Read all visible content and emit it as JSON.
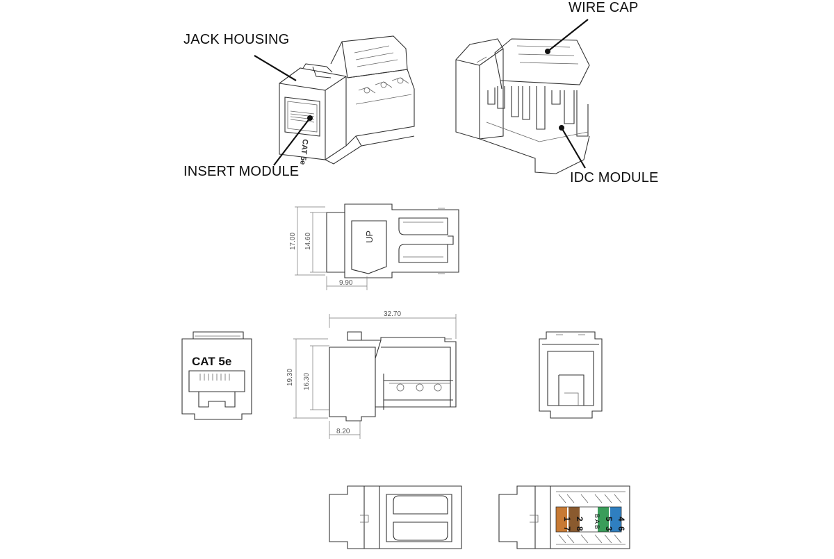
{
  "labels": {
    "jack_housing": "JACK HOUSING",
    "insert_module": "INSERT MODULE",
    "wire_cap": "WIRE CAP",
    "idc_module": "IDC MODULE"
  },
  "marks": {
    "cat_iso": "CAT 5e",
    "cat_front": "CAT 5e",
    "up": "UP"
  },
  "dimensions": {
    "top_height_outer": "17.00",
    "top_height_inner": "14.60",
    "top_width": "9.90",
    "side_length": "32.70",
    "side_height_outer": "19.30",
    "side_height_inner": "16.30",
    "side_width": "8.20"
  },
  "pin_labels": {
    "row_a": [
      "1",
      "2",
      "B",
      "5",
      "4"
    ],
    "row_b": [
      "7",
      "8",
      "A",
      "3",
      "6"
    ],
    "middle": "B A B"
  },
  "colors": {
    "pin_orange": "#c87a34",
    "pin_brown": "#8a5a2e",
    "pin_green": "#3a9d5a",
    "pin_blue": "#2f7fc0",
    "line": "#333333"
  }
}
